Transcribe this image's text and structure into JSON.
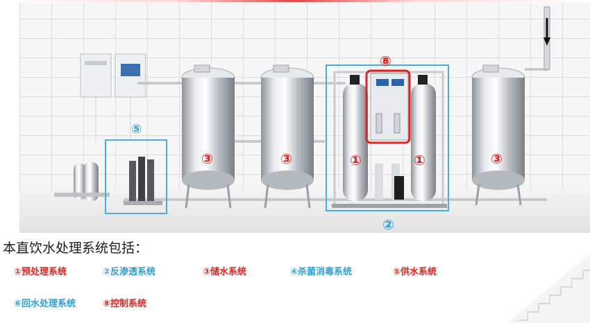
{
  "caption": "本直饮水处理系统包括：",
  "legend": [
    {
      "label": "①预处理系统",
      "color": "#e0231f"
    },
    {
      "label": "②反渗透系统",
      "color": "#2d9fd6"
    },
    {
      "label": "③储水系统",
      "color": "#e0231f"
    },
    {
      "label": "④杀菌消毒系统",
      "color": "#2d9fd6"
    },
    {
      "label": "⑤供水系统",
      "color": "#e0231f"
    },
    {
      "label": "⑥回水处理系统",
      "color": "#2d9fd6"
    },
    {
      "label": "⑧控制系统",
      "color": "#e0231f"
    }
  ],
  "markers": {
    "m1": "①",
    "m2": "②",
    "m3": "③",
    "m5": "⑤",
    "m8": "⑧"
  }
}
